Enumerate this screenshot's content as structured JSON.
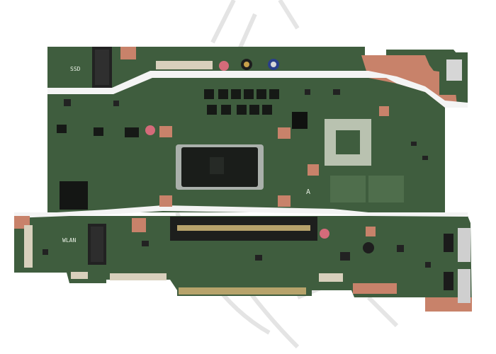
{
  "board": {
    "labels": {
      "ssd": "SSD",
      "wlan": "WLAN",
      "marker": "A"
    }
  },
  "colors": {
    "pcb": "#3d5a3c",
    "pcb_dark": "#304a31",
    "copper_pad": "#c8826a",
    "silkscreen": "#e8f0e4",
    "chip": "#1c1f1c",
    "gold": "#b7a36b",
    "watermark": "#d8d8d8"
  }
}
